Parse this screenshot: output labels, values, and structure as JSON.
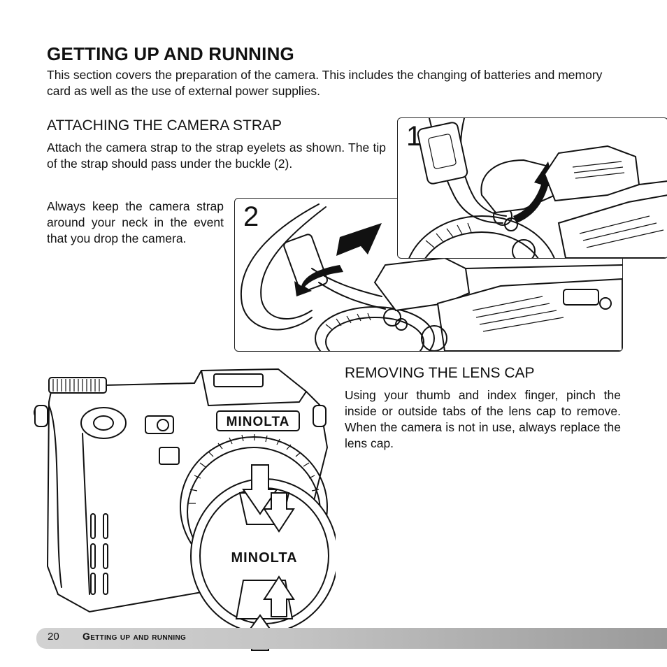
{
  "header": {
    "title": "GETTING UP AND RUNNING",
    "intro": "This section covers the preparation of the camera. This includes the changing of batteries and memory card as well as the use of external power supplies."
  },
  "strap": {
    "heading": "ATTACHING THE CAMERA STRAP",
    "body": "Attach the camera strap to the strap eyelets as shown. The tip of the strap should pass under the buckle (2).",
    "note": "Always keep the camera strap around your neck in the event that you drop the camera.",
    "figure_1_label": "1",
    "figure_2_label": "2"
  },
  "lens_cap": {
    "heading": "REMOVING THE LENS CAP",
    "body": "Using your thumb and index finger, pinch the inside or outside tabs of the lens cap to remove. When the camera is not in use, always replace the lens cap.",
    "brand_label": "MINOLTA"
  },
  "footer": {
    "page_number": "20",
    "section_title": "Getting up and running"
  }
}
